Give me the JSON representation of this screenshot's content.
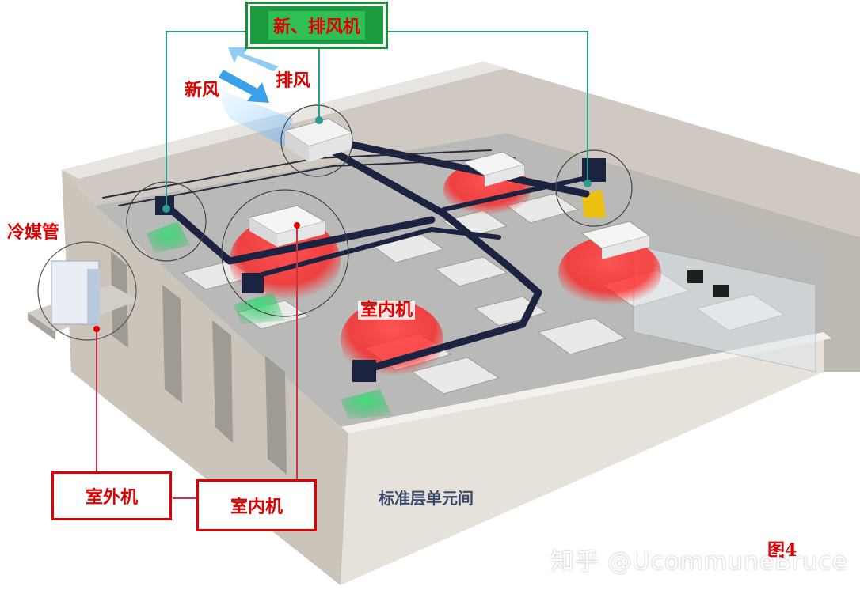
{
  "title_box": "新、排风机",
  "labels": {
    "fresh_air": "新风",
    "exhaust_air": "排风",
    "refrigerant_pipe": "冷媒管",
    "indoor_unit_center": "室内机",
    "outdoor_unit_box": "室外机",
    "indoor_unit_box": "室内机",
    "floor_unit": "标准层单元间",
    "figure": "图4"
  },
  "watermark": "知乎 @UcommuneBruce",
  "colors": {
    "callout_red": "#e00000",
    "leader_teal": "#2a9d8f",
    "title_box_green": "#1b9a3f",
    "supply_air_red": "#ff2a2a",
    "return_air_green": "#2ecc71",
    "duct_navy": "#1c2340"
  }
}
